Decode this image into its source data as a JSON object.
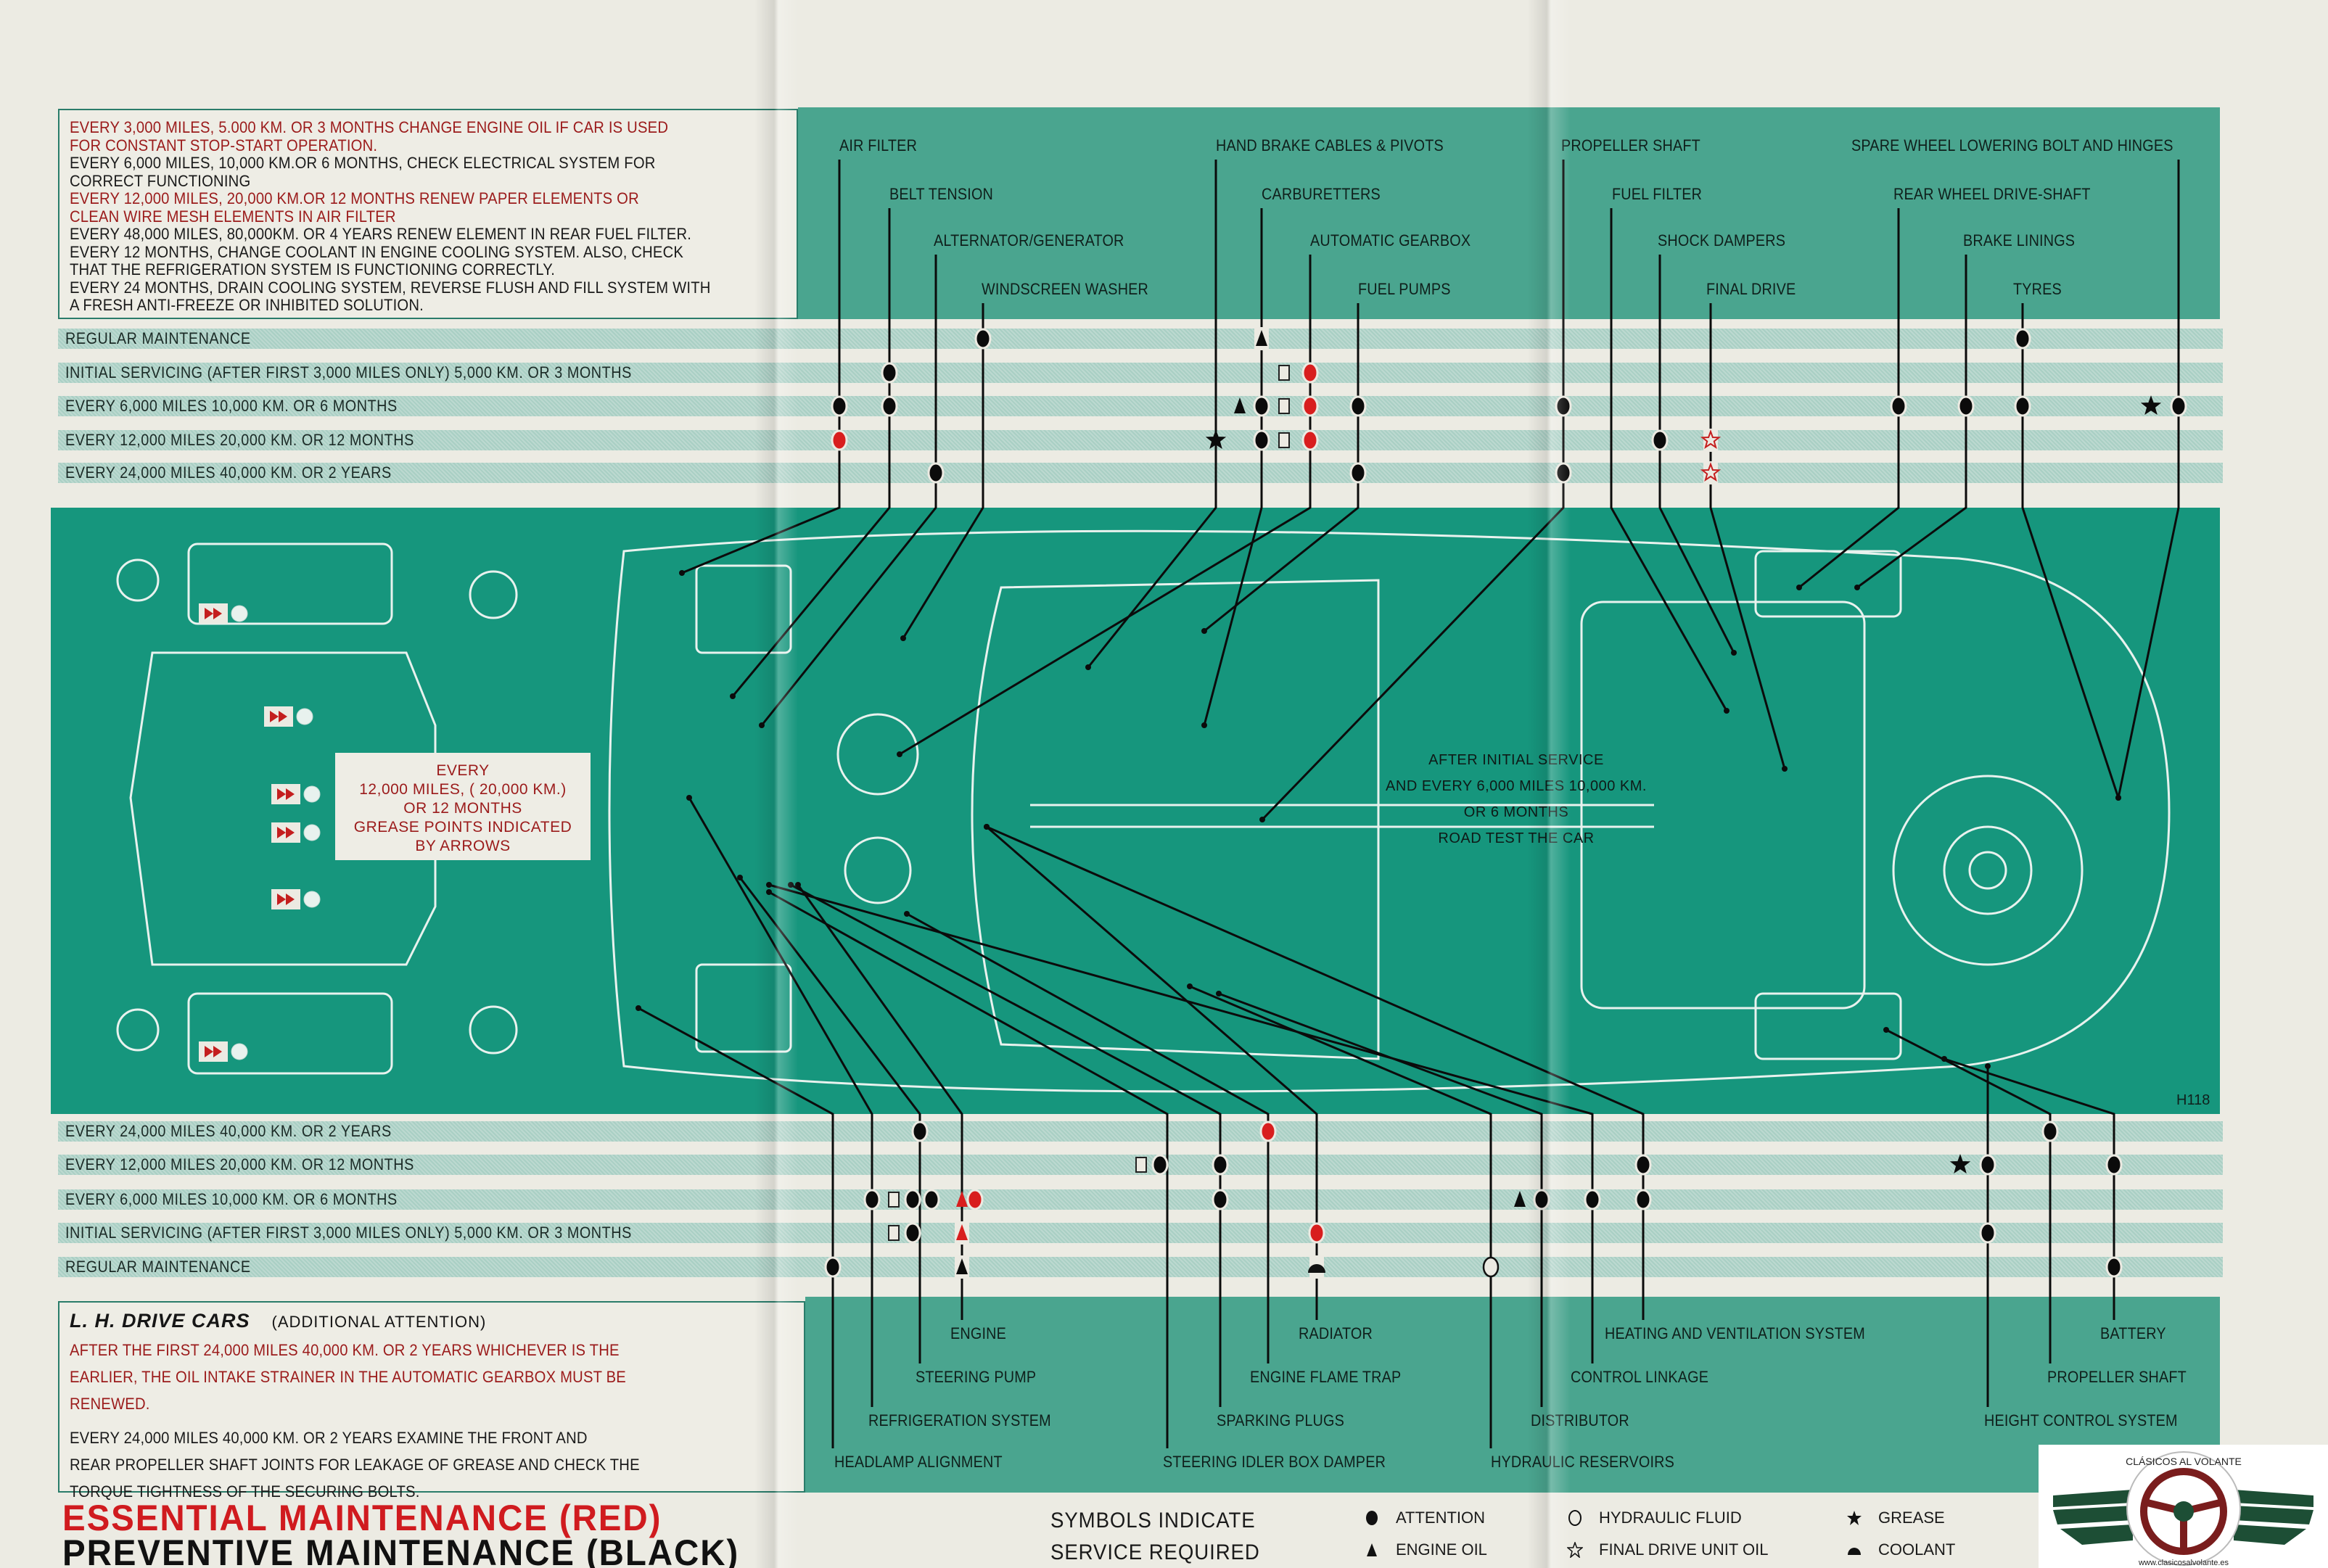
{
  "document": {
    "drawing_code": "H118"
  },
  "colors": {
    "teal_dark": "#16967d",
    "teal_label": "#4aa58f",
    "essential_red": "#d01b1f",
    "note_red": "#9b1b1b",
    "black": "#111111",
    "paper": "#ecebe3"
  },
  "top_notes": [
    {
      "text": "EVERY 3,000 MILES,   5.000 KM. OR  3 MONTHS  CHANGE ENGINE OIL IF CAR IS USED",
      "color": "red"
    },
    {
      "text": "FOR  CONSTANT STOP-START OPERATION.",
      "color": "red"
    },
    {
      "text": "EVERY 6,000 MILES,  10,000 KM.OR 6  MONTHS,   CHECK   ELECTRICAL SYSTEM     FOR",
      "color": "black"
    },
    {
      "text": "CORRECT    FUNCTIONING",
      "color": "black"
    },
    {
      "text": "EVERY 12,000 MILES,  20,000 KM.OR 12 MONTHS  RENEW PAPER  ELEMENTS  OR",
      "color": "red"
    },
    {
      "text": "CLEAN  WIRE MESH  ELEMENTS  IN  AIR  FILTER",
      "color": "red"
    },
    {
      "text": "EVERY 48,000 MILES,  80,000KM.  OR   4 YEARS  RENEW ELEMENT IN REAR FUEL FILTER.",
      "color": "black"
    },
    {
      "text": "EVERY 12 MONTHS, CHANGE COOLANT IN ENGINE COOLING SYSTEM. ALSO, CHECK",
      "color": "black"
    },
    {
      "text": "THAT THE REFRIGERATION SYSTEM IS FUNCTIONING CORRECTLY.",
      "color": "black"
    },
    {
      "text": "EVERY 24 MONTHS, DRAIN COOLING SYSTEM, REVERSE FLUSH AND FILL SYSTEM WITH",
      "color": "black"
    },
    {
      "text": "A FRESH ANTI-FREEZE OR INHIBITED SOLUTION.",
      "color": "black"
    }
  ],
  "top_schedule_rows": [
    "REGULAR MAINTENANCE",
    "INITIAL SERVICING (AFTER FIRST 3,000 MILES ONLY)   5,000 KM.  OR  3 MONTHS",
    "EVERY 6,000 MILES     10,000 KM. OR  6  MONTHS",
    "EVERY 12,000 MILES    20,000 KM.  OR  12  MONTHS",
    "EVERY 24,000 MILES    40,000 KM. OR   2  YEARS"
  ],
  "bottom_schedule_rows": [
    "EVERY 24,000 MILES     40,000 KM.  OR    2  YEARS",
    "EVERY 12,000 MILES     20,000 KM.  OR   12  MONTHS",
    "EVERY 6,000 MILES      10,000 KM.  OR  6  MONTHS",
    "INITIAL SERVICING (AFTER FIRST 3,000 MILES ONLY)    5,000 KM.  OR   3 MONTHS",
    "REGULAR MAINTENANCE"
  ],
  "top_parts": [
    {
      "label": "AIR FILTER",
      "marks": [
        {
          "row": 2,
          "sym": "dot"
        },
        {
          "row": 3,
          "sym": "dot",
          "red": true
        }
      ]
    },
    {
      "label": "BELT TENSION",
      "marks": [
        {
          "row": 1,
          "sym": "dot"
        },
        {
          "row": 2,
          "sym": "dot"
        }
      ]
    },
    {
      "label": "ALTERNATOR/GENERATOR",
      "marks": [
        {
          "row": 4,
          "sym": "dot"
        }
      ]
    },
    {
      "label": "WINDSCREEN WASHER",
      "marks": [
        {
          "row": 0,
          "sym": "dot"
        }
      ]
    },
    {
      "label": "HAND  BRAKE CABLES  & PIVOTS",
      "marks": [
        {
          "row": 3,
          "sym": "star"
        }
      ]
    },
    {
      "label": "CARBURETTERS",
      "marks": [
        {
          "row": 0,
          "sym": "tri"
        },
        {
          "row": 2,
          "sym": "tri-dot"
        },
        {
          "row": 3,
          "sym": "dot"
        }
      ]
    },
    {
      "label": "AUTOMATIC GEARBOX",
      "marks": [
        {
          "row": 1,
          "sym": "sq-red-dot"
        },
        {
          "row": 2,
          "sym": "sq-red-dot"
        },
        {
          "row": 3,
          "sym": "sq-red-dot"
        }
      ]
    },
    {
      "label": "FUEL PUMPS",
      "marks": [
        {
          "row": 2,
          "sym": "dot"
        },
        {
          "row": 4,
          "sym": "dot"
        }
      ]
    },
    {
      "label": "PROPELLER SHAFT",
      "marks": [
        {
          "row": 2,
          "sym": "dot"
        },
        {
          "row": 4,
          "sym": "dot"
        }
      ]
    },
    {
      "label": "FUEL FILTER",
      "marks": []
    },
    {
      "label": "SHOCK DAMPERS",
      "marks": [
        {
          "row": 3,
          "sym": "dot"
        }
      ]
    },
    {
      "label": "FINAL DRIVE",
      "marks": [
        {
          "row": 3,
          "sym": "hexstar"
        },
        {
          "row": 4,
          "sym": "hexstar"
        }
      ]
    },
    {
      "label": "REAR WHEEL DRIVE-SHAFT",
      "marks": [
        {
          "row": 2,
          "sym": "dot"
        }
      ]
    },
    {
      "label": "BRAKE LININGS",
      "marks": [
        {
          "row": 2,
          "sym": "dot"
        }
      ]
    },
    {
      "label": "TYRES",
      "marks": [
        {
          "row": 0,
          "sym": "dot"
        },
        {
          "row": 2,
          "sym": "dot"
        }
      ]
    },
    {
      "label": "SPARE WHEEL LOWERING BOLT AND HINGES",
      "marks": [
        {
          "row": 2,
          "sym": "star-dot"
        }
      ]
    }
  ],
  "bottom_parts": [
    {
      "label": "HEADLAMP ALIGNMENT",
      "marks": [
        {
          "row": 4,
          "sym": "dot"
        }
      ]
    },
    {
      "label": "REFRIGERATION SYSTEM",
      "marks": [
        {
          "row": 2,
          "sym": "dot"
        }
      ]
    },
    {
      "label": "STEERING PUMP",
      "marks": [
        {
          "row": 0,
          "sym": "dot"
        },
        {
          "row": 2,
          "sym": "sq-dot"
        },
        {
          "row": 3,
          "sym": "sq-dot"
        }
      ]
    },
    {
      "label": "ENGINE",
      "marks": [
        {
          "row": 2,
          "sym": "tri-red-dot"
        },
        {
          "row": 3,
          "sym": "tri-red"
        },
        {
          "row": 4,
          "sym": "tri"
        }
      ]
    },
    {
      "label": "STEERING IDLER BOX DAMPER",
      "marks": [
        {
          "row": 1,
          "sym": "sq-dot"
        }
      ]
    },
    {
      "label": "SPARKING PLUGS",
      "marks": [
        {
          "row": 1,
          "sym": "dot"
        },
        {
          "row": 2,
          "sym": "dot"
        }
      ]
    },
    {
      "label": "ENGINE FLAME TRAP",
      "marks": [
        {
          "row": 0,
          "sym": "dot",
          "red": true
        }
      ]
    },
    {
      "label": "RADIATOR",
      "marks": [
        {
          "row": 3,
          "sym": "dot",
          "red": true
        },
        {
          "row": 4,
          "sym": "dome"
        }
      ]
    },
    {
      "label": "HYDRAULIC RESERVOIRS",
      "marks": [
        {
          "row": 4,
          "sym": "circle"
        }
      ]
    },
    {
      "label": "DISTRIBUTOR",
      "marks": [
        {
          "row": 2,
          "sym": "tri-dot"
        }
      ]
    },
    {
      "label": "CONTROL LINKAGE",
      "marks": [
        {
          "row": 2,
          "sym": "dot"
        }
      ]
    },
    {
      "label": "HEATING AND VENTILATION SYSTEM",
      "marks": [
        {
          "row": 1,
          "sym": "dot"
        },
        {
          "row": 2,
          "sym": "dot"
        }
      ]
    },
    {
      "label": "HEIGHT CONTROL SYSTEM",
      "marks": [
        {
          "row": 3,
          "sym": "dot"
        },
        {
          "row": 1,
          "sym": "star-dot"
        }
      ]
    },
    {
      "label": "PROPELLER SHAFT",
      "marks": [
        {
          "row": 0,
          "sym": "dot"
        }
      ]
    },
    {
      "label": "BATTERY",
      "marks": [
        {
          "row": 1,
          "sym": "dot"
        },
        {
          "row": 4,
          "sym": "dot"
        }
      ]
    }
  ],
  "grease_note": [
    "EVERY",
    "12,000 MILES,     ( 20,000 KM.)",
    "OR  12 MONTHS",
    "GREASE POINTS INDICATED",
    "BY ARROWS"
  ],
  "road_test_note": [
    "AFTER INITIAL SERVICE",
    "AND   EVERY 6,000 MILES  10,000 KM.",
    "OR 6  MONTHS",
    "ROAD TEST THE CAR"
  ],
  "lh_drive": {
    "title": "L. H. DRIVE CARS",
    "subtitle": "(ADDITIONAL   ATTENTION)",
    "red_lines": [
      "AFTER  THE  FIRST  24,000  MILES    40,000 KM.    OR  2 YEARS WHICHEVER IS THE",
      "EARLIER, THE   OIL  INTAKE  STRAINER  IN  THE  AUTOMATIC GEARBOX MUST BE",
      "RENEWED."
    ],
    "black_lines": [
      "EVERY   24,000   MILES  40,000 KM.  OR  2   YEARS  EXAMINE   THE   FRONT  AND",
      "REAR  PROPELLER  SHAFT   JOINTS FOR LEAKAGE OF GREASE AND   CHECK   THE",
      "TORQUE   TIGHTNESS   OF    THE SECURING  BOLTS."
    ]
  },
  "footer": {
    "essential": "ESSENTIAL  MAINTENANCE  (RED)",
    "preventive": "PREVENTIVE  MAINTENANCE  (BLACK)",
    "legend_heading": [
      "SYMBOLS  INDICATE",
      "SERVICE  REQUIRED"
    ],
    "legend": [
      {
        "icon": "attention-dot",
        "label": "ATTENTION"
      },
      {
        "icon": "engine-oil-triangle",
        "label": "ENGINE OIL"
      },
      {
        "icon": "hydraulic-fluid-circle",
        "label": "HYDRAULIC FLUID"
      },
      {
        "icon": "final-drive-star",
        "label": "FINAL DRIVE UNIT OIL"
      },
      {
        "icon": "grease-star",
        "label": "GREASE"
      },
      {
        "icon": "coolant-dome",
        "label": "COOLANT"
      }
    ]
  },
  "logo": {
    "brand": "CLÁSICOS AL VOLANTE",
    "url": "www.clasicosalvolante.es"
  }
}
